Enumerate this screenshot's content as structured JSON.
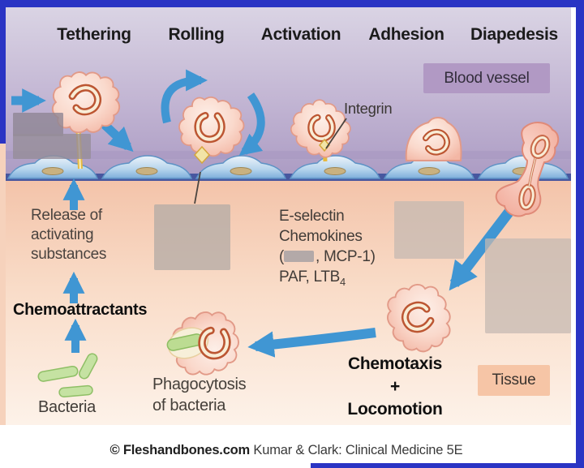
{
  "stages": [
    "Tethering",
    "Rolling",
    "Activation",
    "Adhesion",
    "Diapedesis"
  ],
  "regions": {
    "blood_vessel": "Blood vessel",
    "tissue": "Tissue"
  },
  "labels": {
    "integrin": "Integrin",
    "release_line1": "Release of",
    "release_line2": "activating",
    "release_line3": "substances",
    "chemoattractants": "Chemoattractants",
    "mediators_line1": "E-selectin",
    "mediators_line2": "Chemokines",
    "mediators_line3_open": "(",
    "mediators_line3_close": ", MCP-1)",
    "mediators_line4_main": "PAF, LTB",
    "mediators_line4_sub": "4",
    "chemotaxis_line1": "Chemotaxis",
    "chemotaxis_line2": "+",
    "chemotaxis_line3": "Locomotion",
    "phagocytosis_line1": "Phagocytosis",
    "phagocytosis_line2": "of bacteria",
    "bacteria": "Bacteria"
  },
  "caption": {
    "source": "© Fleshandbones.com",
    "reference": " Kumar & Clark: Clinical Medicine 5E"
  },
  "colors": {
    "frame_blue": "#2a34c4",
    "arrow_blue": "#4096d3",
    "vessel_purple": "#b1a1c7",
    "tissue_salmon": "#f4c6ad",
    "endothelium_blue": "#8cbbe2",
    "leukocyte_pink": "#f6c5b4",
    "bacteria_green": "#c5e2a2",
    "redaction_gray": "#b9afac",
    "blood_vessel_box": "#b199c4",
    "tissue_box": "#f6c5a6"
  }
}
